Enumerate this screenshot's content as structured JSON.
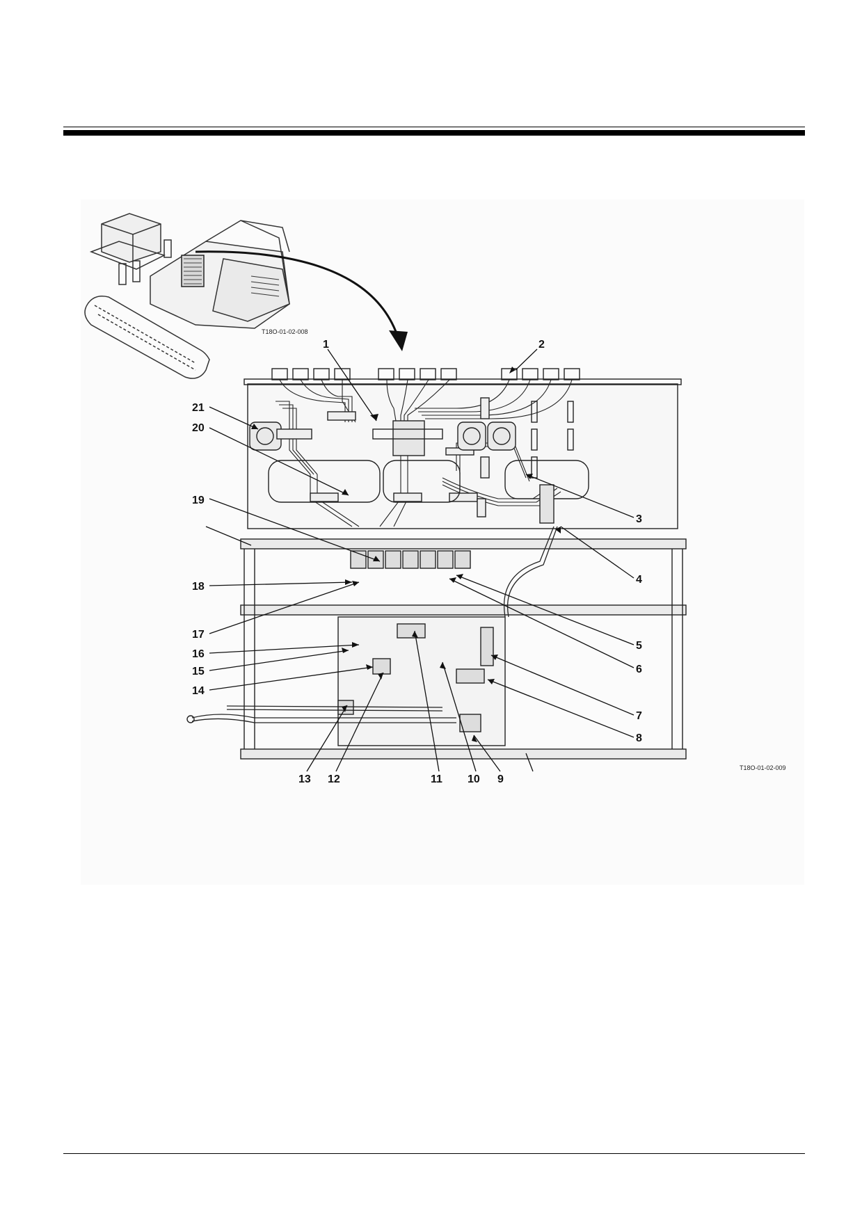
{
  "figure": {
    "code_top": "T18O-01-02-008",
    "code_bottom": "T18O-01-02-009",
    "callouts": [
      {
        "id": "1",
        "label": "1"
      },
      {
        "id": "2",
        "label": "2"
      },
      {
        "id": "3",
        "label": "3"
      },
      {
        "id": "4",
        "label": "4"
      },
      {
        "id": "5",
        "label": "5"
      },
      {
        "id": "6",
        "label": "6"
      },
      {
        "id": "7",
        "label": "7"
      },
      {
        "id": "8",
        "label": "8"
      },
      {
        "id": "9",
        "label": "9"
      },
      {
        "id": "10",
        "label": "10"
      },
      {
        "id": "11",
        "label": "11"
      },
      {
        "id": "12",
        "label": "12"
      },
      {
        "id": "13",
        "label": "13"
      },
      {
        "id": "14",
        "label": "14"
      },
      {
        "id": "15",
        "label": "15"
      },
      {
        "id": "16",
        "label": "16"
      },
      {
        "id": "17",
        "label": "17"
      },
      {
        "id": "18",
        "label": "18"
      },
      {
        "id": "19",
        "label": "19"
      },
      {
        "id": "20",
        "label": "20"
      },
      {
        "id": "21",
        "label": "21"
      }
    ]
  }
}
